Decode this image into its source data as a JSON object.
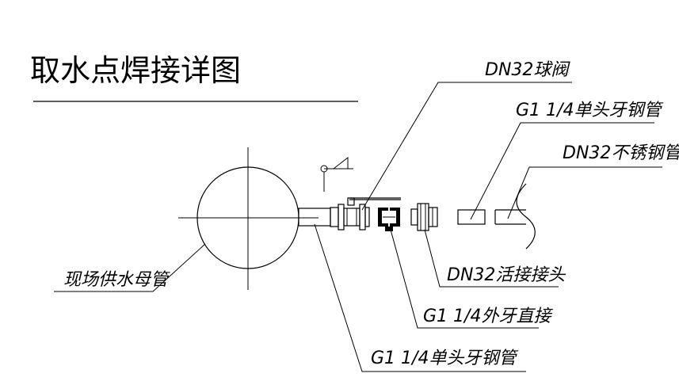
{
  "title": "取水点焊接详图",
  "labels": {
    "ball_valve": "DN32球阀",
    "pipe_top": "G1 1/4单头牙钢管",
    "stainless_pipe": "DN32不锈钢管",
    "union": "DN32活接接头",
    "male_connector": "G1 1/4外牙直接",
    "pipe_bottom": "G1 1/4单头牙钢管",
    "main_pipe": "现场供水母管"
  }
}
